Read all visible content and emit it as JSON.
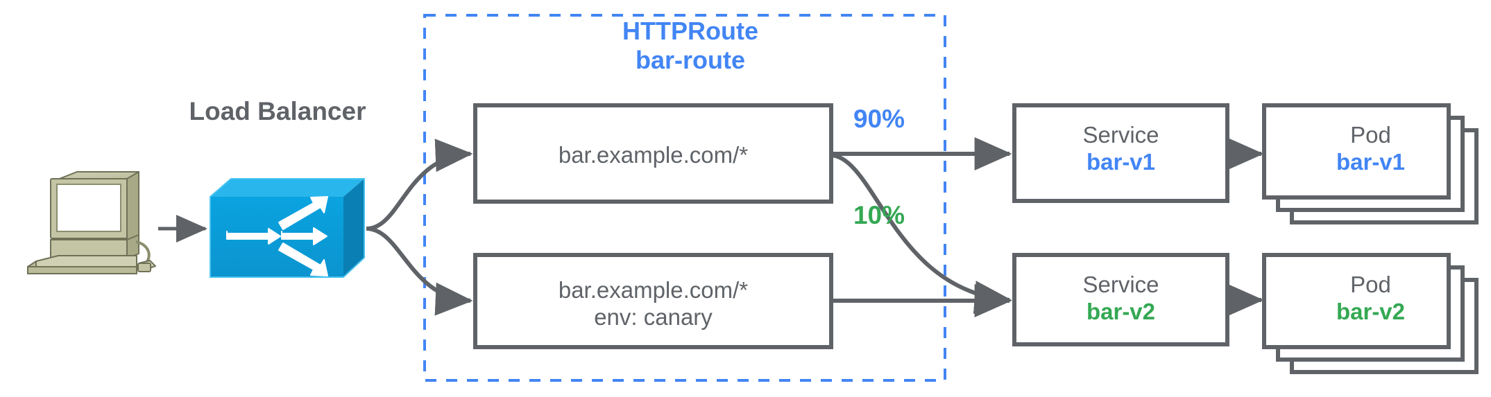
{
  "diagram": {
    "title_group": {
      "kind": "HTTPRoute",
      "name": "bar-route"
    },
    "client": {
      "icon": "desktop-computer-icon"
    },
    "load_balancer": {
      "label": "Load Balancer",
      "icon": "load-balancer-icon"
    },
    "routes": [
      {
        "id": "route-1",
        "line1": "bar.example.com/*",
        "line2": ""
      },
      {
        "id": "route-2",
        "line1": "bar.example.com/*",
        "line2": "env: canary"
      }
    ],
    "weights": [
      {
        "id": "weight-90",
        "label": "90%",
        "color": "#4285f4"
      },
      {
        "id": "weight-10",
        "label": "10%",
        "color": "#34a853"
      }
    ],
    "services": [
      {
        "id": "service-1",
        "kind": "Service",
        "name": "bar-v1",
        "color": "#4285f4"
      },
      {
        "id": "service-2",
        "kind": "Service",
        "name": "bar-v2",
        "color": "#34a853"
      }
    ],
    "pods": [
      {
        "id": "pod-1",
        "kind": "Pod",
        "name": "bar-v1",
        "color": "#4285f4",
        "stack_count": 3
      },
      {
        "id": "pod-2",
        "kind": "Pod",
        "name": "bar-v2",
        "color": "#34a853",
        "stack_count": 3
      }
    ],
    "colors": {
      "stroke_gray": "#5f6368",
      "accent_blue": "#4285f4",
      "accent_green": "#34a853",
      "lb_blue": "#0c9cd8",
      "background": "#ffffff",
      "computer_beige": "#b3b58e"
    }
  }
}
